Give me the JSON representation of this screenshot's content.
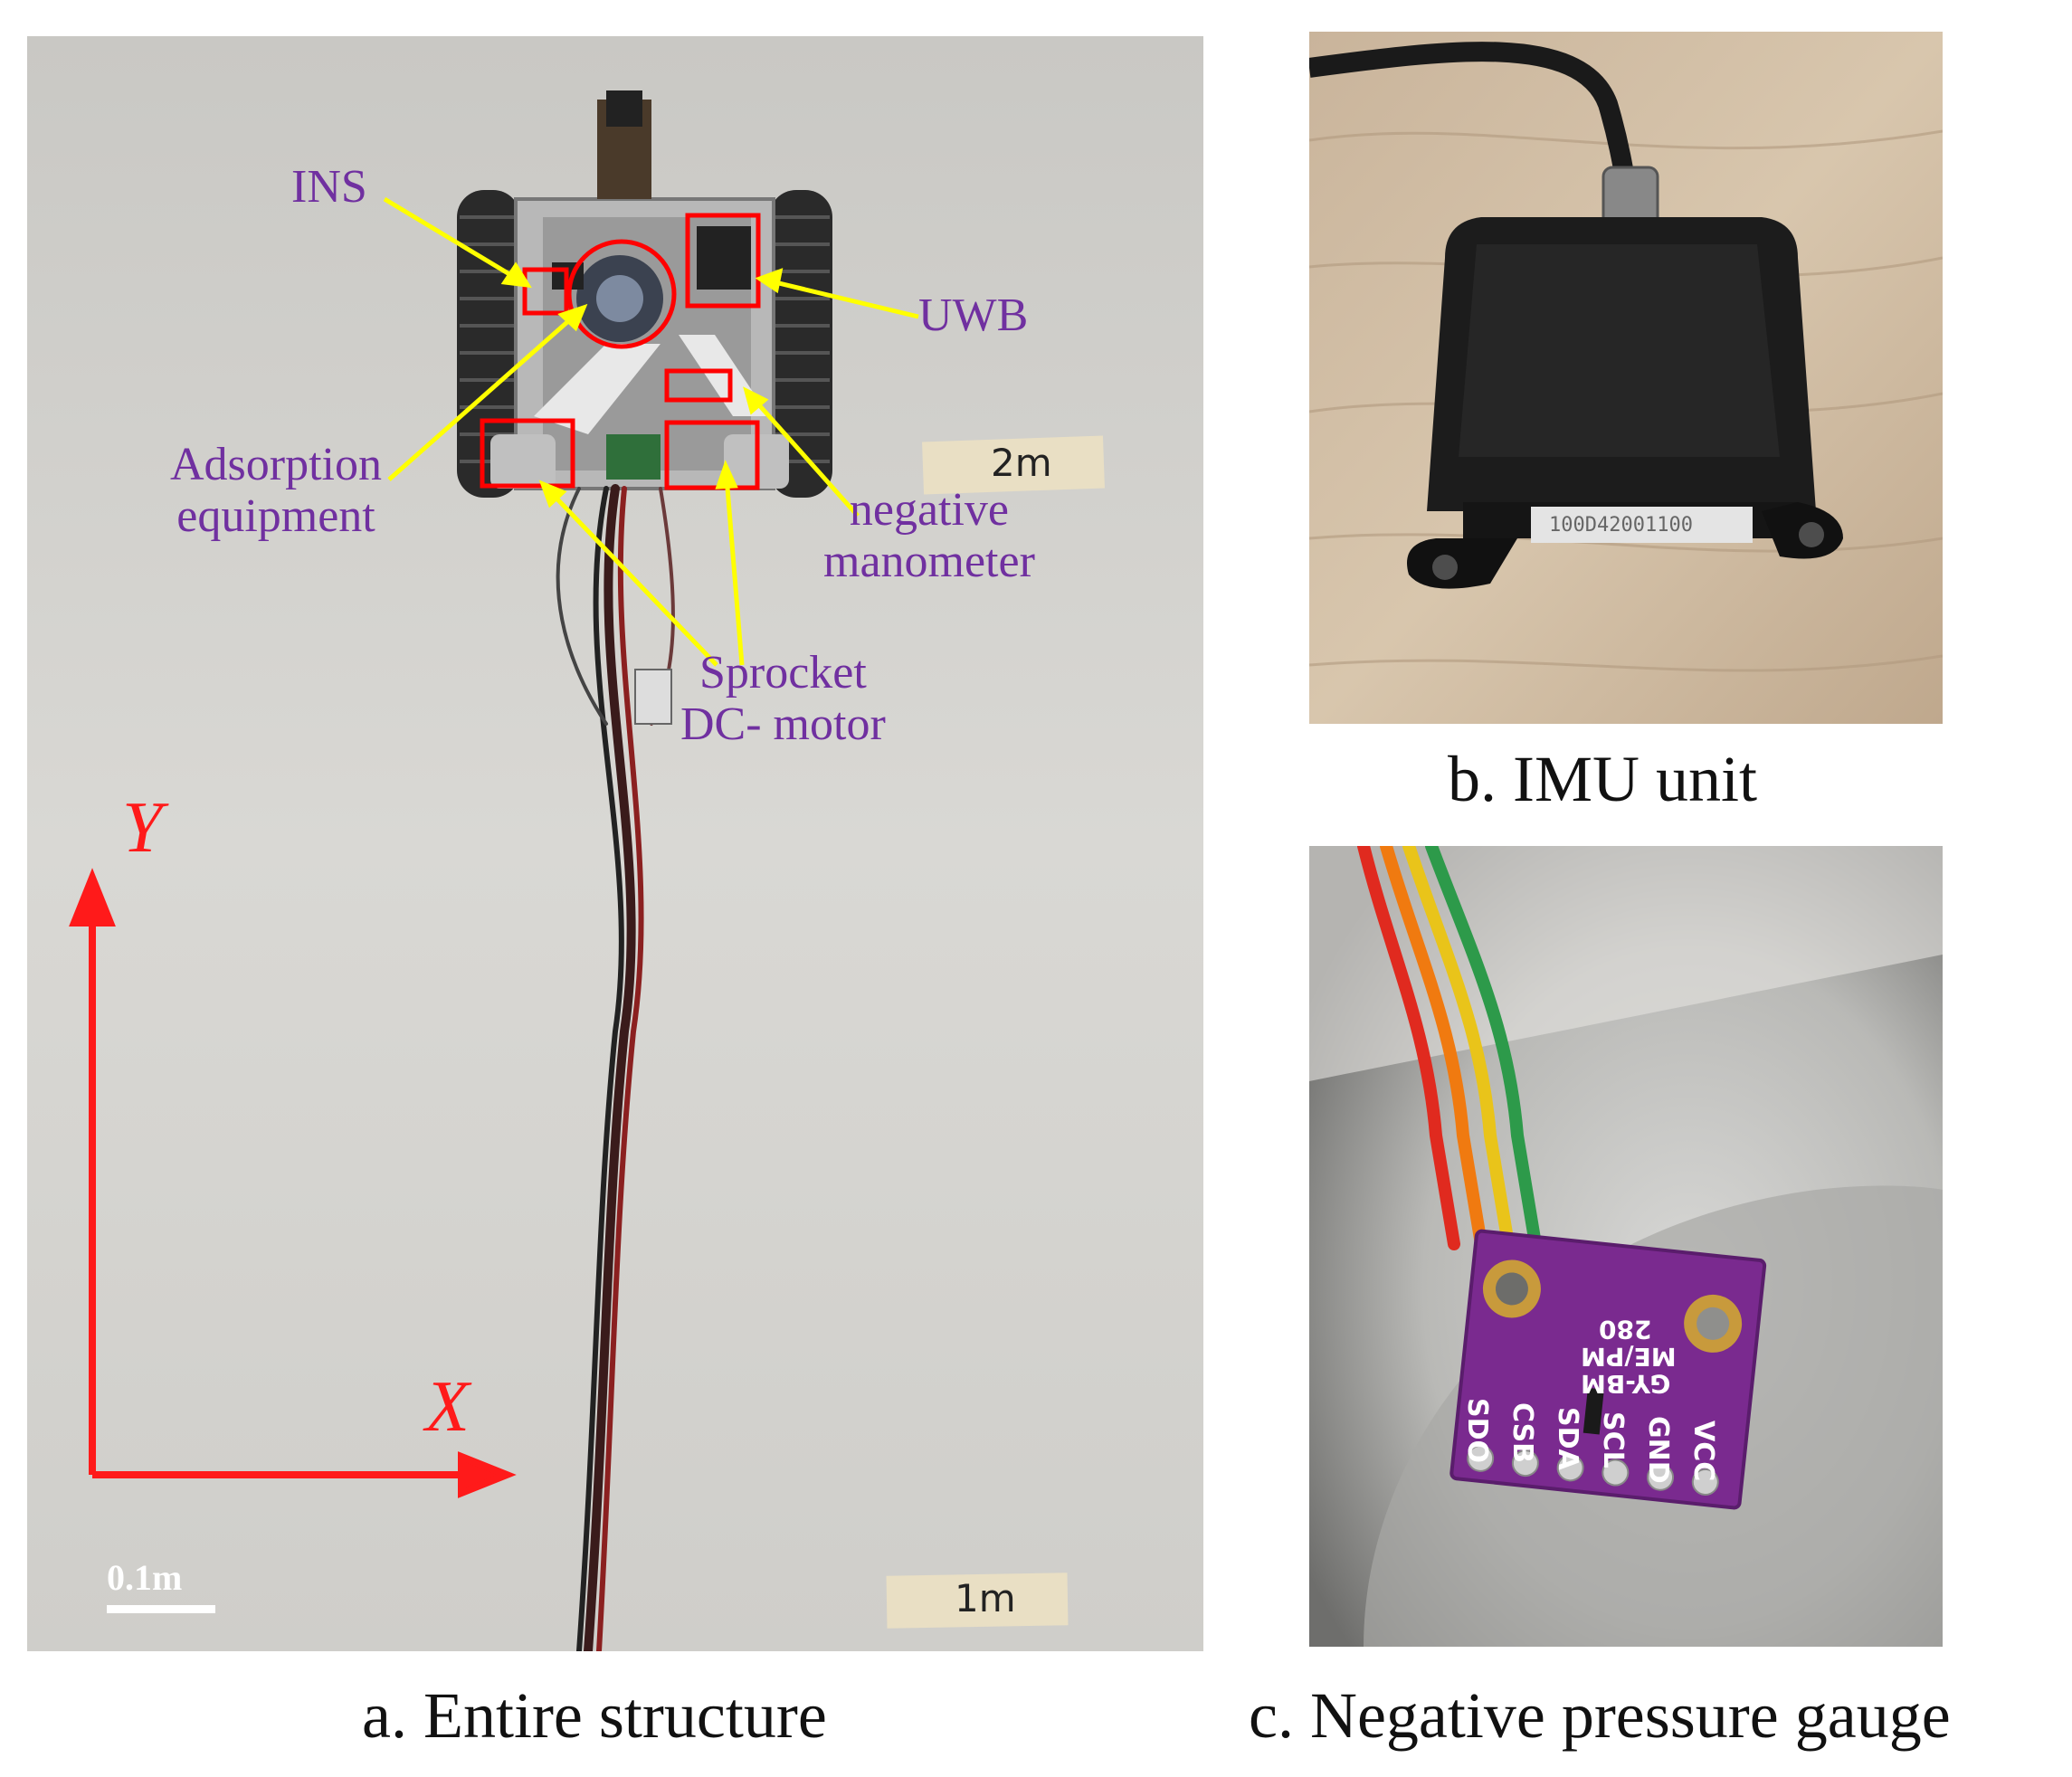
{
  "panels": {
    "a": {
      "caption": "a. Entire structure",
      "annotations": {
        "ins": "INS",
        "uwb": "UWB",
        "adsorption_line1": "Adsorption",
        "adsorption_line2": "equipment",
        "negative_line1": "negative",
        "negative_line2": "manometer",
        "sprocket_line1": "Sprocket",
        "sprocket_line2": "DC- motor"
      },
      "axes": {
        "x_label": "X",
        "y_label": "Y"
      },
      "scale_bar": "0.1m",
      "tape_marks": {
        "upper": "2m",
        "lower": "1m"
      }
    },
    "b": {
      "caption": "b. IMU unit",
      "serial": "100D42001100"
    },
    "c": {
      "caption": "c. Negative pressure gauge",
      "board_text": [
        "GY-BM",
        "ME/PM",
        "280"
      ],
      "pins": [
        "SDO",
        "CSB",
        "SDA",
        "SCL",
        "GND",
        "VCC"
      ]
    }
  },
  "colors": {
    "annotation_text": "#7030a0",
    "arrow": "#ffff00",
    "highlight_box": "#ff0000",
    "axis": "#ff0000",
    "pcb": "#7a2a8f"
  }
}
